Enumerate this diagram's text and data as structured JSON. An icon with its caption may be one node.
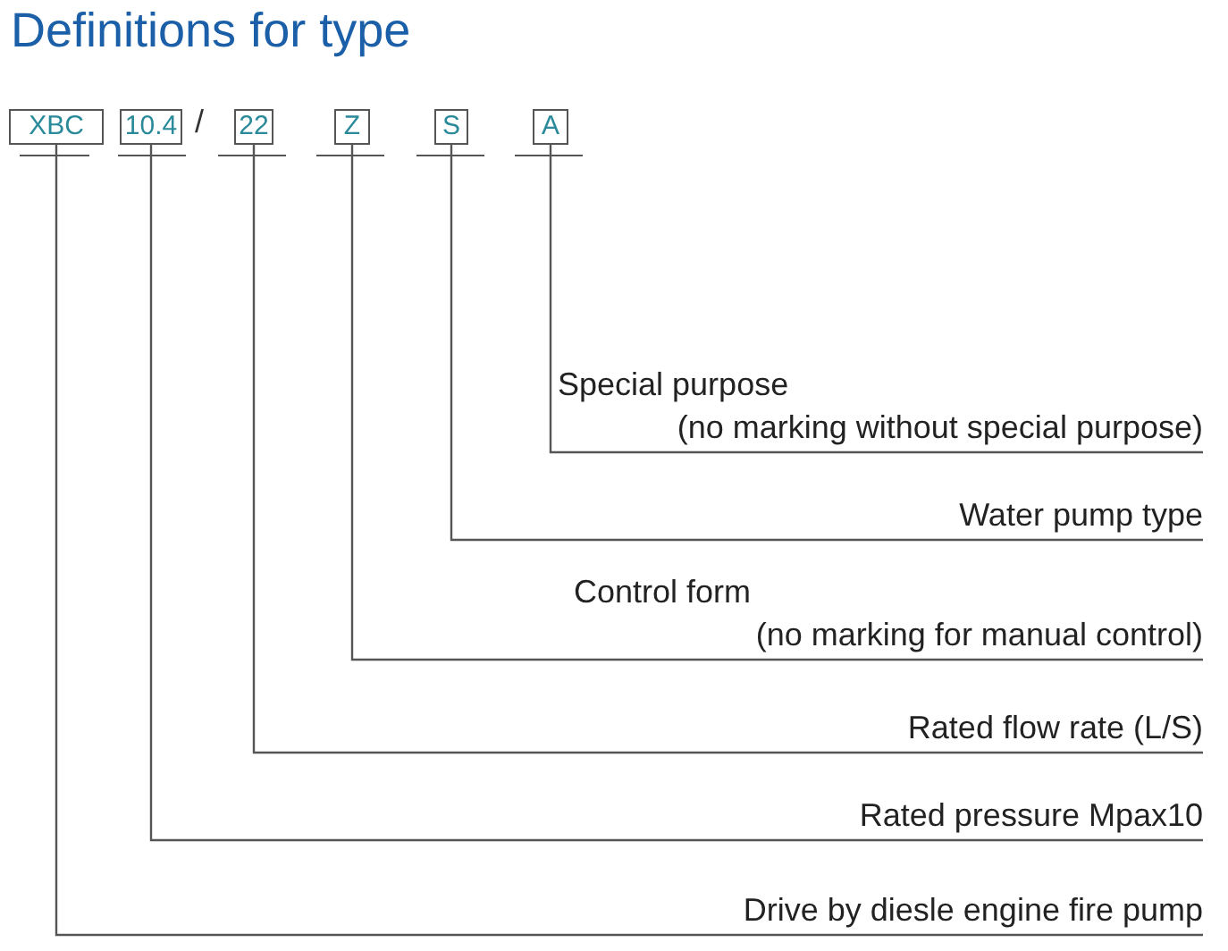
{
  "diagram": {
    "title": "Definitions for type",
    "nodes": [
      {
        "text": [
          "XBC"
        ]
      },
      {
        "text": [
          "10.4"
        ]
      },
      {
        "text": [
          "22"
        ]
      },
      {
        "text": [
          "Z"
        ]
      },
      {
        "text": [
          "S"
        ]
      },
      {
        "text": [
          "A"
        ]
      },
      {
        "text": [
          "Special purpose",
          "(no marking without special purpose)"
        ]
      },
      {
        "text": [
          "Water pump type"
        ]
      },
      {
        "text": [
          "Control form",
          "(no marking for manual control)"
        ]
      },
      {
        "text": [
          "Rated flow rate (L/S)"
        ]
      },
      {
        "text": [
          "Rated pressure Mpax10"
        ]
      },
      {
        "text": [
          "Drive by diesle engine fire pump"
        ]
      }
    ],
    "edges": [
      {
        "from": 5,
        "to": 6,
        "arrow": "none"
      },
      {
        "from": 4,
        "to": 7,
        "arrow": "none"
      },
      {
        "from": 3,
        "to": 8,
        "arrow": "none"
      },
      {
        "from": 2,
        "to": 9,
        "arrow": "none"
      },
      {
        "from": 1,
        "to": 10,
        "arrow": "none"
      },
      {
        "from": 0,
        "to": 11,
        "arrow": "none"
      }
    ],
    "labels": [
      "/"
    ]
  }
}
